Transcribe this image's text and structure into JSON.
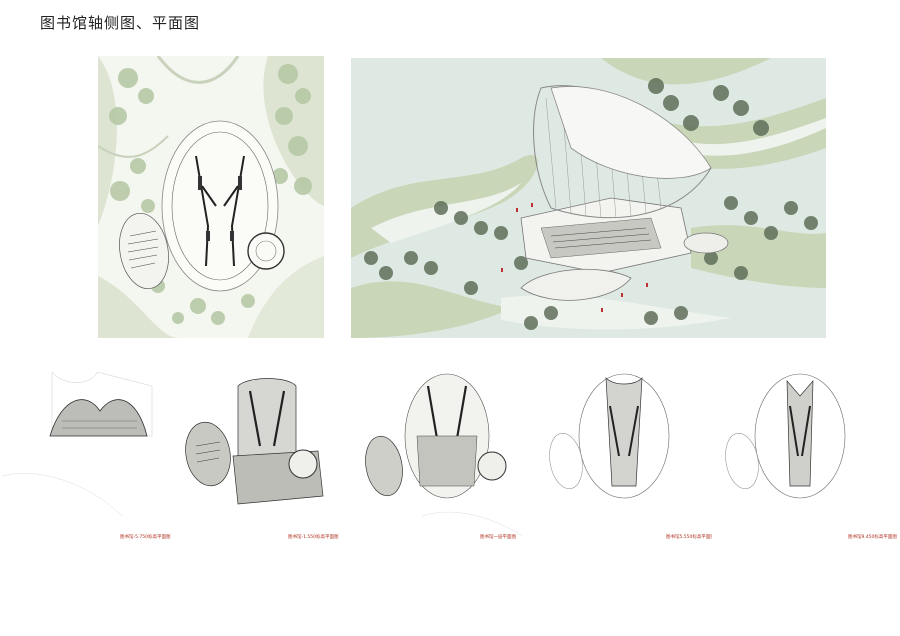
{
  "page": {
    "title": "图书馆轴侧图、平面图"
  },
  "drawings": {
    "site_plan": {},
    "axonometric": {},
    "floor_plans": [
      {
        "caption": "图书馆-5.750标高平面图"
      },
      {
        "caption": "图书馆-1.550标高平面图"
      },
      {
        "caption": "图书馆一层平面图"
      },
      {
        "caption": "图书馆5.550标高平面图"
      },
      {
        "caption": "图书馆9.450标高平面图"
      }
    ]
  },
  "colors": {
    "tree": "#b7c9a6",
    "terrain": "#c9d6b8",
    "sky": "#dfe9e3",
    "caption": "#b03020",
    "wall": "#333333"
  }
}
